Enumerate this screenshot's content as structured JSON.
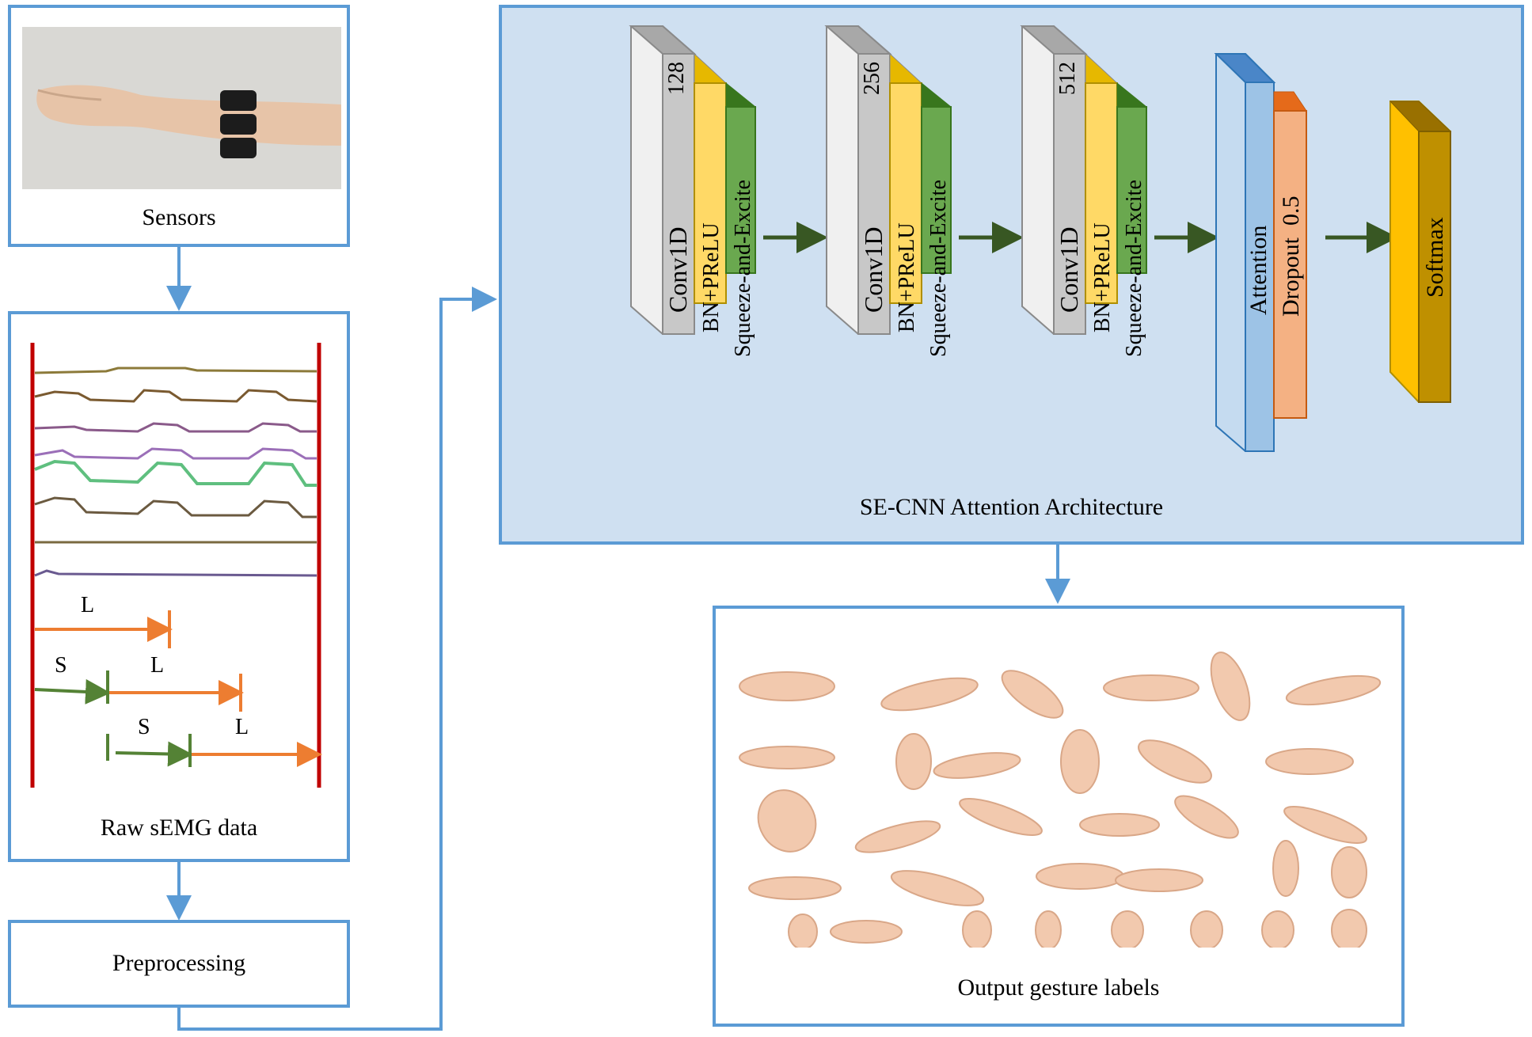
{
  "sensors": {
    "caption": "Sensors"
  },
  "semg": {
    "caption": "Raw sEMG data",
    "labels": {
      "L1": "L",
      "S1": "S",
      "L2": "L",
      "S2": "S",
      "L3": "L"
    }
  },
  "preprocessing": {
    "label": "Preprocessing"
  },
  "architecture": {
    "caption": "SE-CNN Attention Architecture",
    "blocks": [
      {
        "filters": "128",
        "conv": "Conv1D",
        "bn": "BN+PReLU",
        "se": "Squeeze-and-Excite"
      },
      {
        "filters": "256",
        "conv": "Conv1D",
        "bn": "BN+PReLU",
        "se": "Squeeze-and-Excite"
      },
      {
        "filters": "512",
        "conv": "Conv1D",
        "bn": "BN+PReLU",
        "se": "Squeeze-and-Excite"
      }
    ],
    "attention": "Attention",
    "dropout": "Dropout  0.5",
    "softmax": "Softmax"
  },
  "output": {
    "caption": "Output gesture labels"
  },
  "colors": {
    "panel_border": "#5b9bd5",
    "arch_bg": "#cfe0f1",
    "conv_gray": "#c8c8c8",
    "bn_yellow": "#ffd966",
    "se_green": "#6aa84f",
    "attention_blue": "#9dc3e6",
    "dropout_orange": "#f4b183",
    "softmax_gold": "#ffc000",
    "arrow_green": "#385723",
    "red_marker": "#c00000",
    "orange_arrow": "#ed7d31",
    "green_arrow": "#548235"
  }
}
